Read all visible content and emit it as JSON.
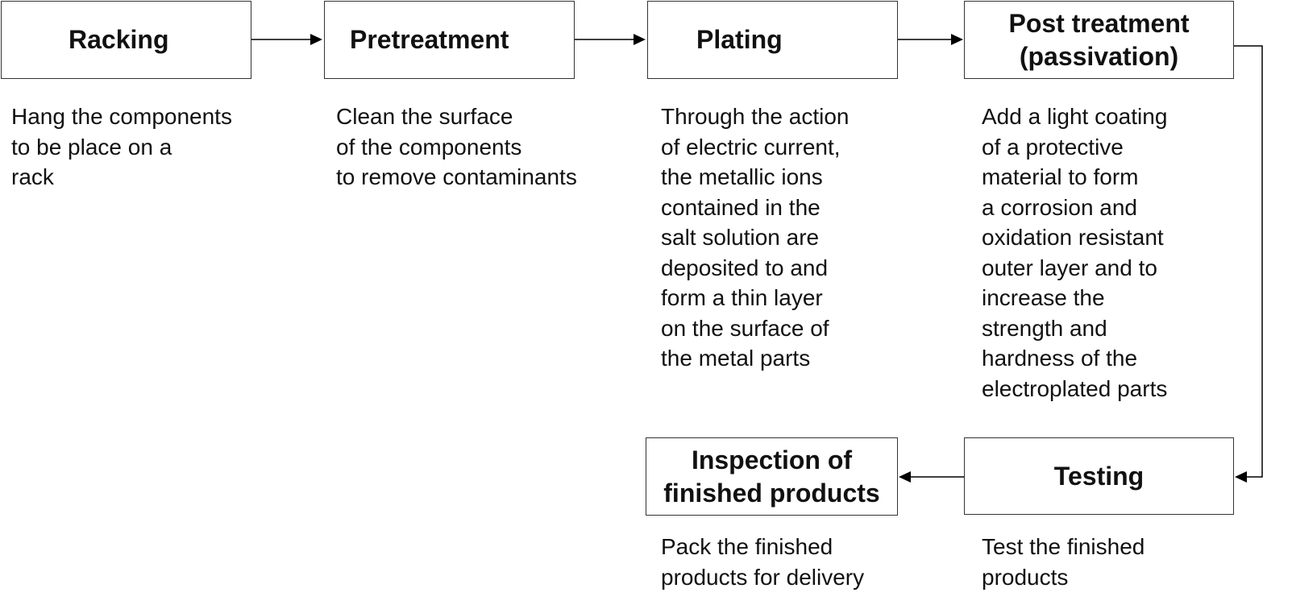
{
  "steps": [
    {
      "id": "racking",
      "title": "Racking",
      "description": "Hang the components\nto be place on a\nrack"
    },
    {
      "id": "pretreatment",
      "title": "Pretreatment",
      "description": "Clean the surface\nof the components\nto remove contaminants"
    },
    {
      "id": "plating",
      "title": "Plating",
      "description": "Through the action\nof electric current,\nthe metallic ions\ncontained in the\nsalt solution are\ndeposited to and\nform a thin layer\non the surface of\nthe metal parts"
    },
    {
      "id": "post-treatment",
      "title": "Post treatment\n(passivation)",
      "description": "Add a light coating\nof a protective\nmaterial to form\na corrosion and\noxidation resistant\nouter layer and to\nincrease the\nstrength and\nhardness of the\nelectroplated parts"
    },
    {
      "id": "testing",
      "title": "Testing",
      "description": "Test the finished\nproducts"
    },
    {
      "id": "inspection",
      "title": "Inspection of\nfinished products",
      "description": "Pack the finished\nproducts for delivery"
    }
  ],
  "colors": {
    "box_border": "#333333",
    "arrow": "#000000",
    "text": "#111111"
  }
}
